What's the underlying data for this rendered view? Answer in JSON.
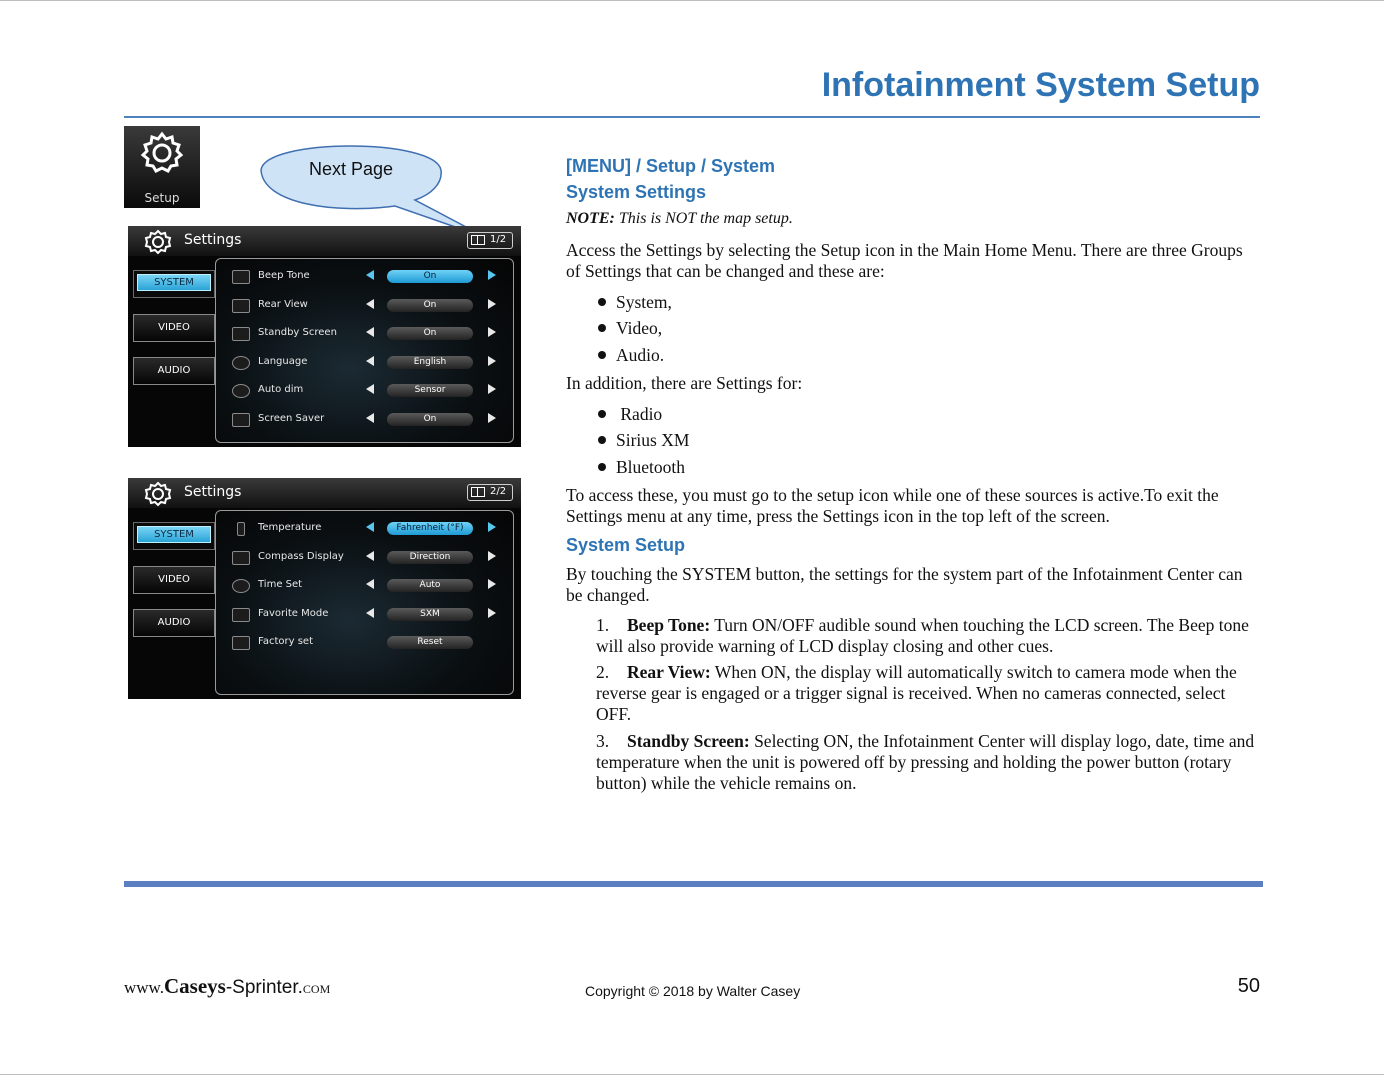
{
  "page": {
    "title": "Infotainment System Setup",
    "page_number": "50"
  },
  "setup_icon": {
    "label": "Setup"
  },
  "callout": {
    "text": "Next Page"
  },
  "screen1": {
    "title": "Settings",
    "page_indicator": "1/2",
    "tabs": [
      "SYSTEM",
      "VIDEO",
      "AUDIO"
    ],
    "rows": [
      {
        "label": "Beep Tone",
        "value": "On"
      },
      {
        "label": "Rear View",
        "value": "On"
      },
      {
        "label": "Standby Screen",
        "value": "On"
      },
      {
        "label": "Language",
        "value": "English"
      },
      {
        "label": "Auto dim",
        "value": "Sensor"
      },
      {
        "label": "Screen Saver",
        "value": "On"
      }
    ]
  },
  "screen2": {
    "title": "Settings",
    "page_indicator": "2/2",
    "tabs": [
      "SYSTEM",
      "VIDEO",
      "AUDIO"
    ],
    "rows": [
      {
        "label": "Temperature",
        "value": "Fahrenheit (°F)"
      },
      {
        "label": "Compass Display",
        "value": "Direction"
      },
      {
        "label": "Time Set",
        "value": "Auto"
      },
      {
        "label": "Favorite Mode",
        "value": "SXM"
      },
      {
        "label": "Factory set",
        "value": "Reset"
      }
    ]
  },
  "content": {
    "breadcrumb": "[MENU] / Setup / System",
    "heading_settings": "System Settings",
    "note_label": "NOTE:",
    "note_text": " This is NOT the map setup.",
    "intro": "Access the Settings by selecting the Setup icon in the Main Home Menu. There are three Groups of Settings that can be changed and these are:",
    "groups": [
      "System,",
      "Video,",
      "Audio."
    ],
    "addition": "In addition, there are Settings for:",
    "sources": [
      "Radio",
      "Sirius XM",
      "Bluetooth"
    ],
    "access": "To access these, you must go to the setup icon while one of these sources is active.To exit the Settings menu at any time, press the Settings icon in the top left of the screen.",
    "heading_setup": "System Setup",
    "system_intro": "By touching the SYSTEM button, the settings for the system part of the Infotainment Center can be changed.",
    "items": [
      {
        "num": "1.",
        "term": "Beep Tone:",
        "text": " Turn ON/OFF audible sound when touching the LCD screen. The Beep tone will also provide warning of LCD display closing and other cues."
      },
      {
        "num": "2.",
        "term": "Rear View:",
        "text": " When ON, the display will automatically switch to camera mode when the reverse gear is engaged or a trigger signal is received. When no cameras connected, select OFF."
      },
      {
        "num": "3.",
        "term": "Standby Screen:",
        "text": " Selecting ON, the Infotainment Center will display logo, date, time and temperature when the unit is powered off by pressing and holding the power button (rotary button) while the vehicle remains on."
      }
    ]
  },
  "footer": {
    "website_www": "www.",
    "website_caseys": "Caseys",
    "website_sprinter": "-Sprinter.",
    "website_com": "com",
    "copyright": "Copyright © 2018 by Walter Casey"
  },
  "colors": {
    "accent": "#2e74b5",
    "rule": "#5b7fc0",
    "highlight": "#2aa4d6"
  }
}
